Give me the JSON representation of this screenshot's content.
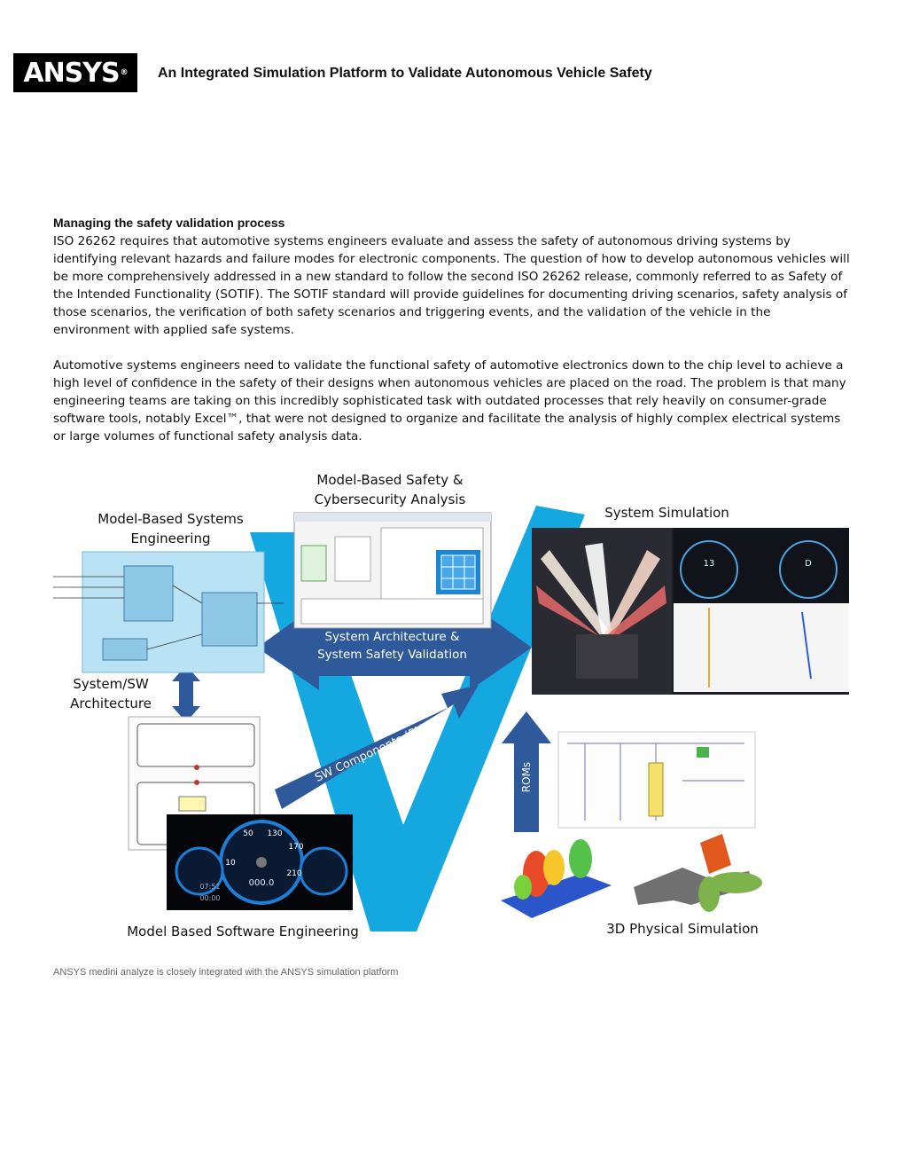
{
  "header": {
    "logo_text": "ANSYS",
    "logo_mark": "®",
    "title": "An Integrated Simulation Platform to Validate Autonomous Vehicle Safety"
  },
  "section": {
    "heading": "Managing the safety validation process",
    "paragraphs": [
      "ISO 26262 requires that automotive systems engineers evaluate and assess the safety of autonomous driving systems by identifying relevant hazards and failure modes for electronic components. The question of how to develop autonomous vehicles will be more comprehensively addressed in a new standard to follow the second ISO 26262 release, commonly referred to as Safety of the Intended Functionality (SOTIF). The SOTIF standard will provide guidelines for documenting driving scenarios, safety analysis of those scenarios, the verification of both safety scenarios and triggering events, and the validation of the vehicle in the environment with applied safe systems.",
      "Automotive systems engineers need to validate the functional safety of automotive electronics down to the chip level to achieve a high level of confidence in the safety of their designs when autonomous vehicles are placed on the road. The problem is that many engineering teams are taking on this incredibly sophisticated task with outdated processes that rely heavily on consumer-grade software tools, notably Excel™, that were not designed to organize and facilitate the analysis of highly complex electrical systems or large volumes of functional safety analysis data."
    ]
  },
  "diagram": {
    "labels": {
      "mbse_1": "Model-Based Systems",
      "mbse_2": "Engineering",
      "safety_1": "Model-Based Safety &",
      "safety_2": "Cybersecurity Analysis",
      "system_sim": "System Simulation",
      "arch_1": "System/SW",
      "arch_2": "Architecture",
      "validation_1": "System Architecture &",
      "validation_2": "System Safety Validation",
      "sw_components": "SW Components (FMI)",
      "roms": "ROMs",
      "mbse_software": "Model Based Software Engineering",
      "physical_sim": "3D Physical Simulation"
    },
    "dashboard": {
      "gauge_labels": [
        "50",
        "130",
        "170",
        "10",
        "210"
      ],
      "readout": "000.0",
      "clock_1": "07:51",
      "clock_2": "00:00"
    },
    "sim_screen": {
      "left_gauge_value": "13",
      "right_gauge_value": "D"
    },
    "colors": {
      "v_shape": "#14a7e0",
      "arrow": "#2e5a9b",
      "logo_bg": "#000000"
    }
  },
  "caption": "ANSYS medini analyze is closely integrated with the ANSYS simulation platform"
}
